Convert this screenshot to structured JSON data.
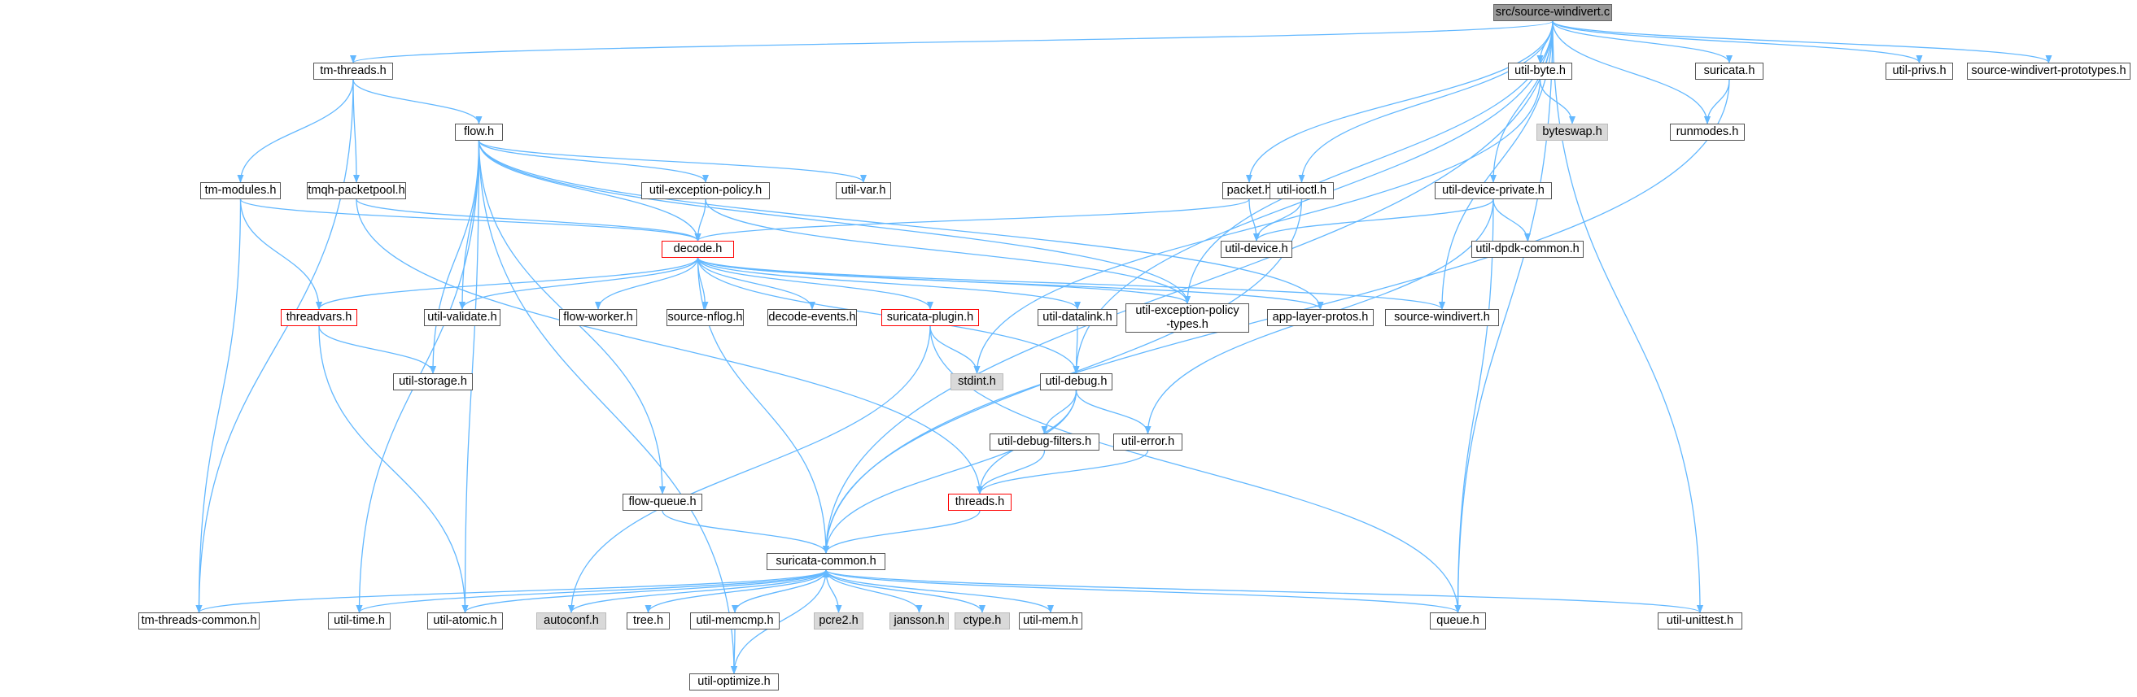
{
  "colors": {
    "edge": "#63b8ff",
    "node_border": "#555555",
    "root_fill": "#999999",
    "system_fill": "#d9d9d9",
    "incomplete_border": "#ff0000"
  },
  "nodes": {
    "root": "src/source-windivert.c",
    "tm_threads": "tm-threads.h",
    "util_byte": "util-byte.h",
    "suricata_h": "suricata.h",
    "util_privs": "util-privs.h",
    "swd_proto": "source-windivert-prototypes.h",
    "byteswap": "byteswap.h",
    "runmodes": "runmodes.h",
    "flow": "flow.h",
    "tm_modules": "tm-modules.h",
    "tmqh_packetpool": "tmqh-packetpool.h",
    "util_exception_policy": "util-exception-policy.h",
    "util_var": "util-var.h",
    "packet": "packet.h",
    "util_ioctl": "util-ioctl.h",
    "util_device_private": "util-device-private.h",
    "util_device": "util-device.h",
    "util_dpdk_common": "util-dpdk-common.h",
    "decode": "decode.h",
    "threadvars": "threadvars.h",
    "util_validate": "util-validate.h",
    "flow_worker": "flow-worker.h",
    "source_nflog": "source-nflog.h",
    "decode_events": "decode-events.h",
    "suricata_plugin": "suricata-plugin.h",
    "util_datalink": "util-datalink.h",
    "util_exc_types": "util-exception-policy\n-types.h",
    "app_layer_protos": "app-layer-protos.h",
    "source_windivert": "source-windivert.h",
    "util_storage": "util-storage.h",
    "stdint": "stdint.h",
    "util_debug": "util-debug.h",
    "util_debug_filters": "util-debug-filters.h",
    "util_error": "util-error.h",
    "threads": "threads.h",
    "flow_queue": "flow-queue.h",
    "suricata_common": "suricata-common.h",
    "tm_threads_common": "tm-threads-common.h",
    "util_time": "util-time.h",
    "util_atomic": "util-atomic.h",
    "autoconf": "autoconf.h",
    "tree": "tree.h",
    "util_memcmp": "util-memcmp.h",
    "pcre2": "pcre2.h",
    "jansson": "jansson.h",
    "ctype": "ctype.h",
    "util_mem": "util-mem.h",
    "queue": "queue.h",
    "util_unittest": "util-unittest.h",
    "util_optimize": "util-optimize.h"
  }
}
